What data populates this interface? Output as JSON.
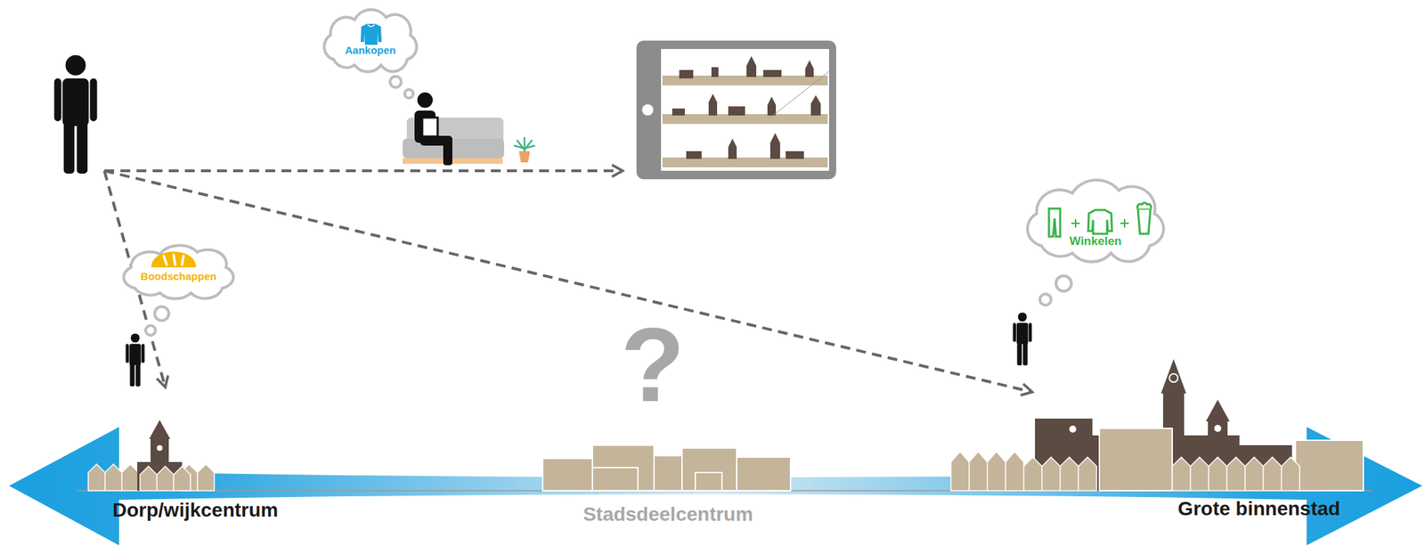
{
  "diagram": {
    "nodes": [
      {
        "text": [
          "Aankopen"
        ]
      },
      {
        "text": [
          "Winkelen"
        ]
      },
      {
        "text": [
          "Boodschappen"
        ]
      }
    ],
    "labels": [
      "?",
      "Dorp/wijkcentrum",
      "Stadsdeelcentrum",
      "Grote binnenstad"
    ]
  }
}
